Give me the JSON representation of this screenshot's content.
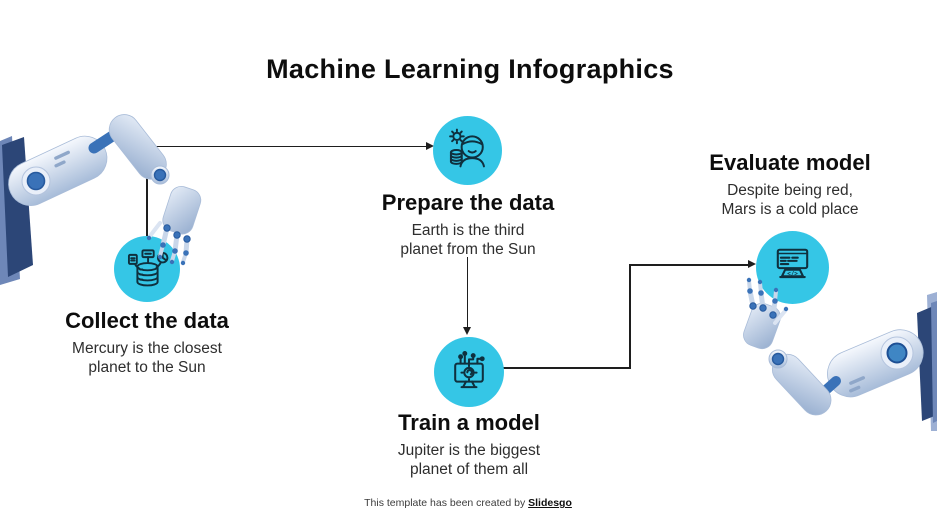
{
  "title": "Machine Learning Infographics",
  "steps": [
    {
      "title": "Collect the data",
      "desc1": "Mercury is the closest",
      "desc2": "planet to the Sun",
      "icon": "database-documents-chart-icon"
    },
    {
      "title": "Prepare the data",
      "desc1": "Earth is the third",
      "desc2": "planet from the Sun",
      "icon": "person-gear-database-icon"
    },
    {
      "title": "Train a model",
      "desc1": "Jupiter is the biggest",
      "desc2": "planet of them all",
      "icon": "monitor-neural-network-icon"
    },
    {
      "title": "Evaluate model",
      "desc1": "Despite being red,",
      "desc2": "Mars is a cold place",
      "icon": "browser-code-icon",
      "icon_code": "</>"
    }
  ],
  "footer": {
    "prefix": "This template has been created by ",
    "brand": "Slidesgo"
  },
  "colors": {
    "accent": "#35C6E6",
    "icon_stroke": "#0F303E",
    "connector": "#1E1E1E",
    "heading_text": "#0D0D0D",
    "body_text": "#2E2E2E",
    "footer_text": "#3C3C3C",
    "robot_blue": "#3A72B8",
    "robot_navy": "#2C4677"
  }
}
